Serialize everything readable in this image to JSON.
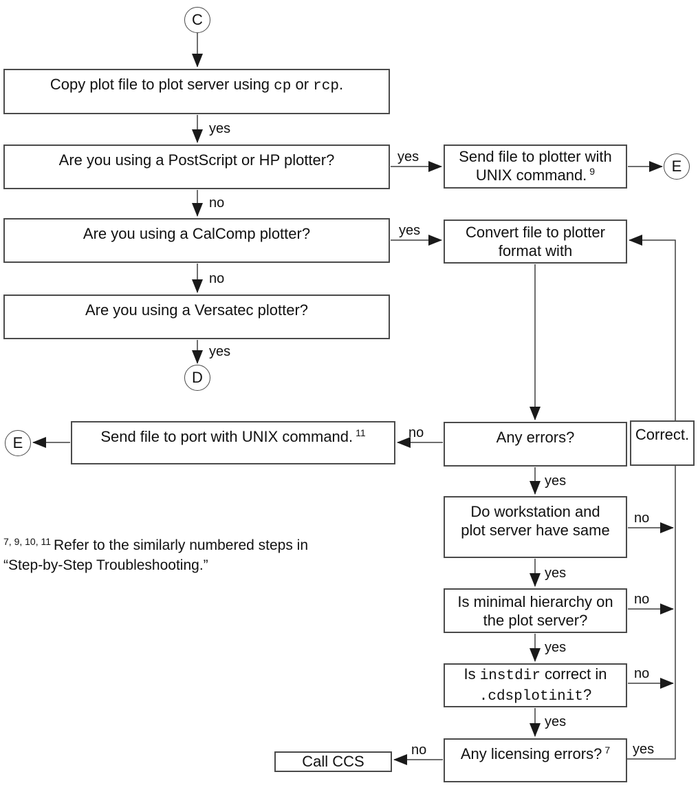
{
  "diagram": {
    "title_hint": "plot-server troubleshooting flowchart",
    "colors": {
      "line": "#3f3f3f",
      "border": "#4a4a4a",
      "text": "#111111",
      "background": "#ffffff"
    },
    "circles": {
      "c": "C",
      "d": "D",
      "e_top": "E",
      "e_left": "E"
    },
    "boxes": {
      "copy": {
        "t1": "Copy plot file to plot server using ",
        "code1": "cp",
        "t2": " or ",
        "code2": "rcp",
        "t3": "."
      },
      "postscript": {
        "text": "Are you using a PostScript or HP plotter?"
      },
      "calcomp": {
        "text": "Are you using a CalComp plotter?"
      },
      "versatec": {
        "text": "Are you using a Versatec plotter?"
      },
      "send_plotter": {
        "line1": "Send file to plotter with",
        "line2": "UNIX command.",
        "footnote_ref": "9"
      },
      "convert": {
        "line1": "Convert file to plotter",
        "line2": "format with"
      },
      "any_errors": {
        "text": "Any errors?"
      },
      "correct": {
        "text": "Correct."
      },
      "send_port": {
        "text": "Send file to port with UNIX command.",
        "footnote_ref": "11"
      },
      "workstation": {
        "line1": "Do workstation and",
        "line2": "plot server have same"
      },
      "hierarchy": {
        "line1": "Is minimal hierarchy on",
        "line2": "the plot server?"
      },
      "instdir": {
        "t1": "Is ",
        "code1": "instdir",
        "t2": " correct in",
        "code2": ".cdsplotinit",
        "t3": "?"
      },
      "licensing": {
        "text": "Any licensing errors?",
        "footnote_ref": "7"
      },
      "call_ccs": {
        "text": "Call CCS"
      }
    },
    "edge_labels": {
      "copy_down": "yes",
      "postscript_down": "no",
      "postscript_right": "yes",
      "calcomp_down": "no",
      "calcomp_right": "yes",
      "versatec_down": "yes",
      "any_errors_left": "no",
      "any_errors_down": "yes",
      "workstation_right": "no",
      "workstation_down": "yes",
      "hierarchy_right": "no",
      "hierarchy_down": "yes",
      "instdir_right": "no",
      "instdir_down": "yes",
      "licensing_left": "no",
      "licensing_right": "yes"
    },
    "footnote": {
      "refs": "7, 9, 10, 11",
      "line1": "Refer to the similarly numbered steps in",
      "line2": "“Step-by-Step Troubleshooting.”"
    }
  }
}
